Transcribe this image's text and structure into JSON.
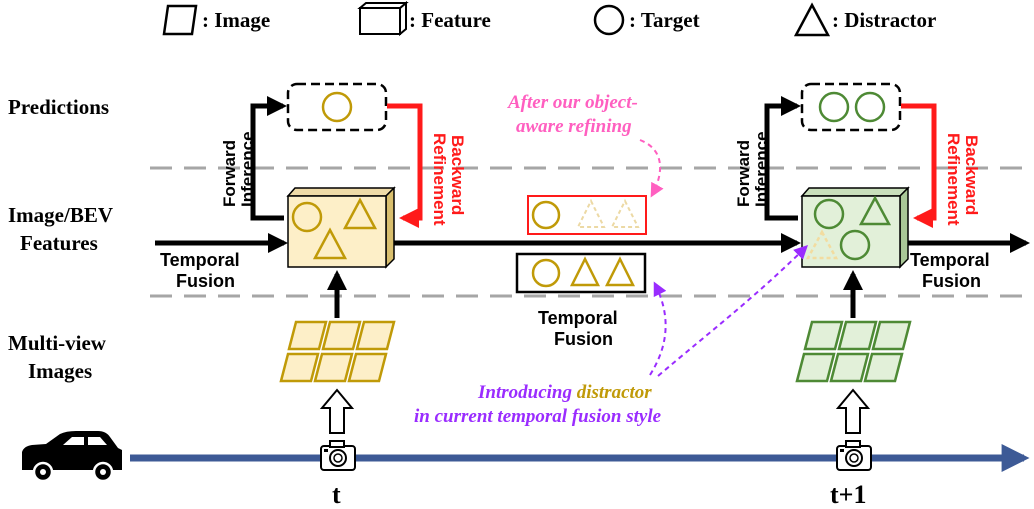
{
  "legend": {
    "image": ": Image",
    "feature": ": Feature",
    "target": ": Target",
    "distractor": ": Distractor"
  },
  "rows": {
    "predictions": "Predictions",
    "features_line1": "Image/BEV",
    "features_line2": "Features",
    "images_line1": "Multi-view",
    "images_line2": "Images"
  },
  "forward": {
    "line1": "Forward",
    "line2": "Inference"
  },
  "backward": {
    "line1": "Backward",
    "line2": "Refinement"
  },
  "temporal_fusion": {
    "line1": "Temporal",
    "line2": "Fusion"
  },
  "annotations": {
    "refining_line1": "After our object-",
    "refining_line2": "aware refining",
    "introducing_pre": "Introducing ",
    "introducing_word": "distractor",
    "introducing_line2": "in current temporal fusion style"
  },
  "timeline": {
    "t": "t",
    "t1": "t+1"
  },
  "colors": {
    "gold": "#c09a08",
    "gold_fill": "#fdefc8",
    "green": "#4e8a35",
    "green_fill": "#e2f0d9",
    "red": "#ff1a1a",
    "pink": "#ff5fc0",
    "purple": "#9a2cff",
    "timeline": "#3d5a96"
  }
}
